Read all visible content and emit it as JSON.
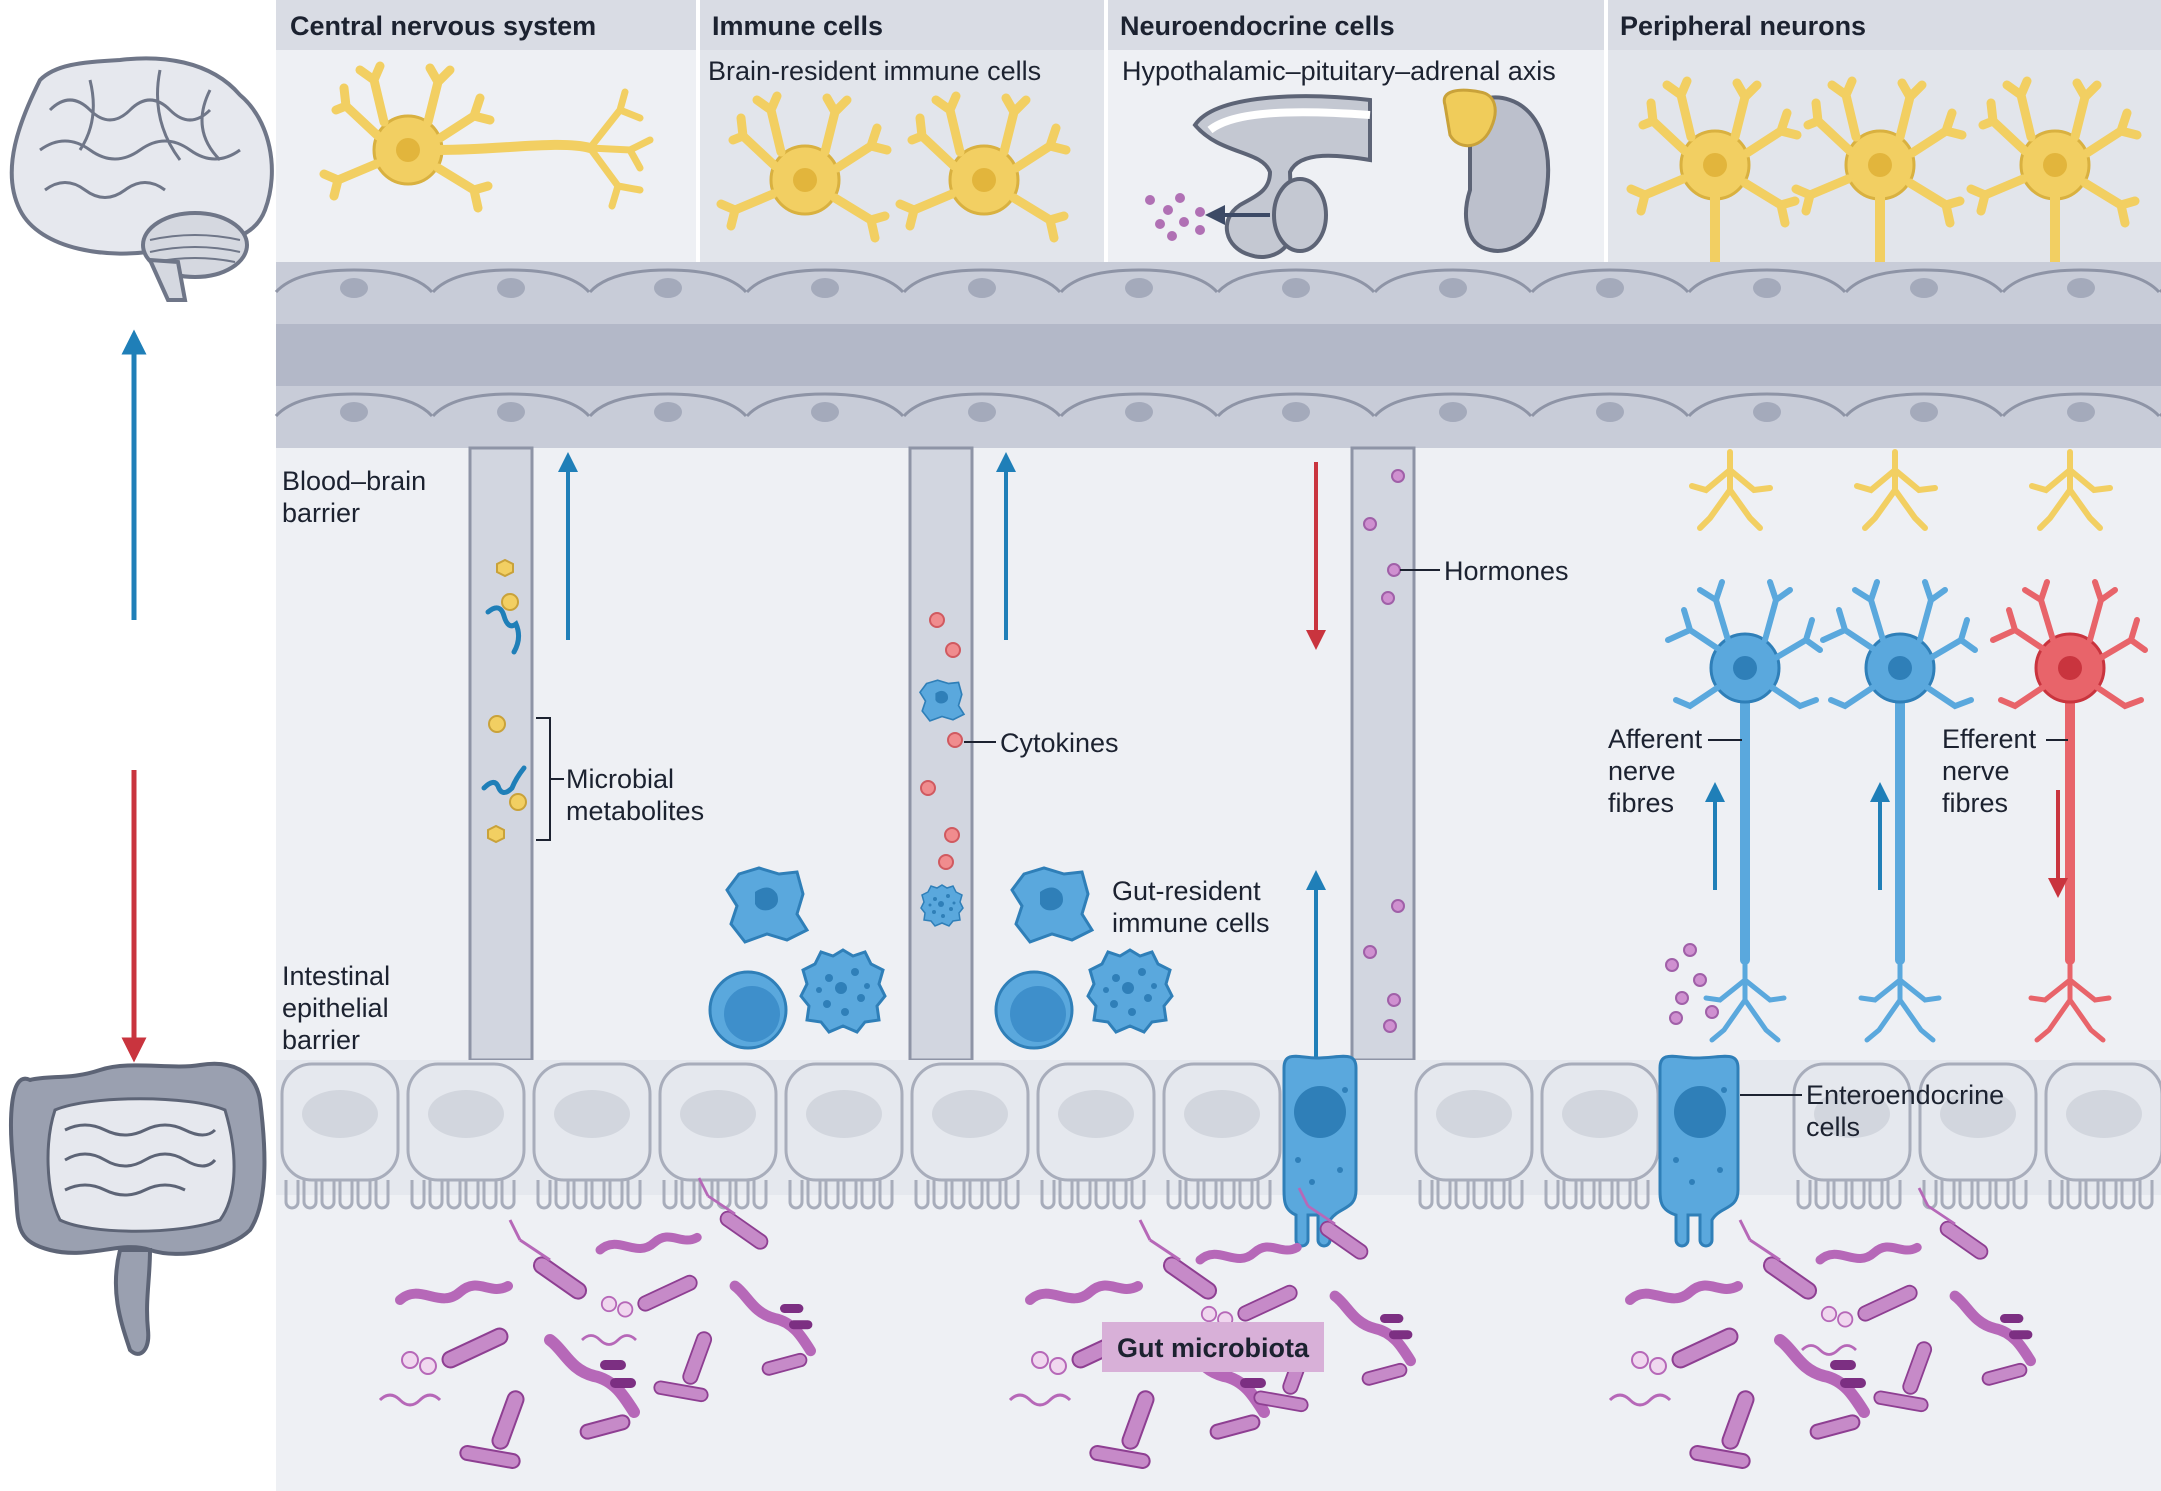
{
  "sections": [
    {
      "title": "Central nervous system"
    },
    {
      "title": "Immune cells",
      "subtitle": "Brain-resident immune cells"
    },
    {
      "title": "Neuroendocrine cells",
      "subtitle": "Hypothalamic–pituitary–adrenal axis"
    },
    {
      "title": "Peripheral neurons"
    }
  ],
  "labels": {
    "bbb_line1": "Blood–brain",
    "bbb_line2": "barrier",
    "ieb_line1": "Intestinal",
    "ieb_line2": "epithelial",
    "ieb_line3": "barrier",
    "metab_line1": "Microbial",
    "metab_line2": "metabolites",
    "cytokines": "Cytokines",
    "hormones": "Hormones",
    "gut_immune_line1": "Gut-resident",
    "gut_immune_line2": "immune cells",
    "afferent_line1": "Afferent",
    "afferent_line2": "nerve",
    "afferent_line3": "fibres",
    "efferent_line1": "Efferent",
    "efferent_line2": "nerve",
    "efferent_line3": "fibres",
    "entero_line1": "Enteroendocrine",
    "entero_line2": "cells",
    "microbiota": "Gut microbiota"
  },
  "colors": {
    "panel_bg": "#eef0f4",
    "header_bg": "#d9dce4",
    "barrier": "#b3b8c8",
    "neuron_yellow": "#f2cf62",
    "immune_blue": "#5aa8dd",
    "efferent_red": "#e8646a",
    "arrow_blue": "#1f7fb8",
    "arrow_red": "#c9343e",
    "bacteria": "#b668b8",
    "badge": "#d8b0d8"
  }
}
